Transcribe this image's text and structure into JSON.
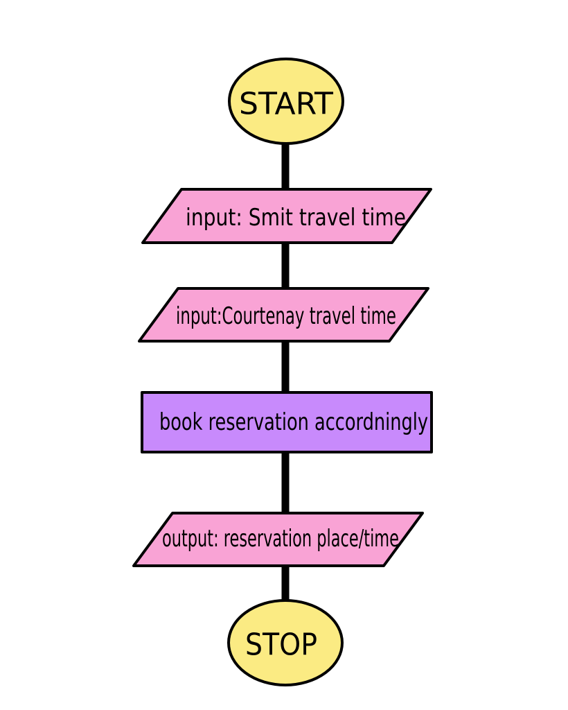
{
  "colors": {
    "terminal_fill": "#FBEB83",
    "io_fill": "#F9A3D5",
    "process_fill": "#C88AFC",
    "line": "#000000"
  },
  "nodes": {
    "start": {
      "shape": "oval",
      "label": "START"
    },
    "input_smit": {
      "shape": "parallelogram",
      "label": "input: Smit travel time"
    },
    "input_courtenay": {
      "shape": "parallelogram",
      "label": "input:Courtenay travel time"
    },
    "book": {
      "shape": "rectangle",
      "label": "book reservation accordningly"
    },
    "output": {
      "shape": "parallelogram",
      "label": "output: reservation place/time"
    },
    "stop": {
      "shape": "oval",
      "label": "STOP"
    }
  }
}
